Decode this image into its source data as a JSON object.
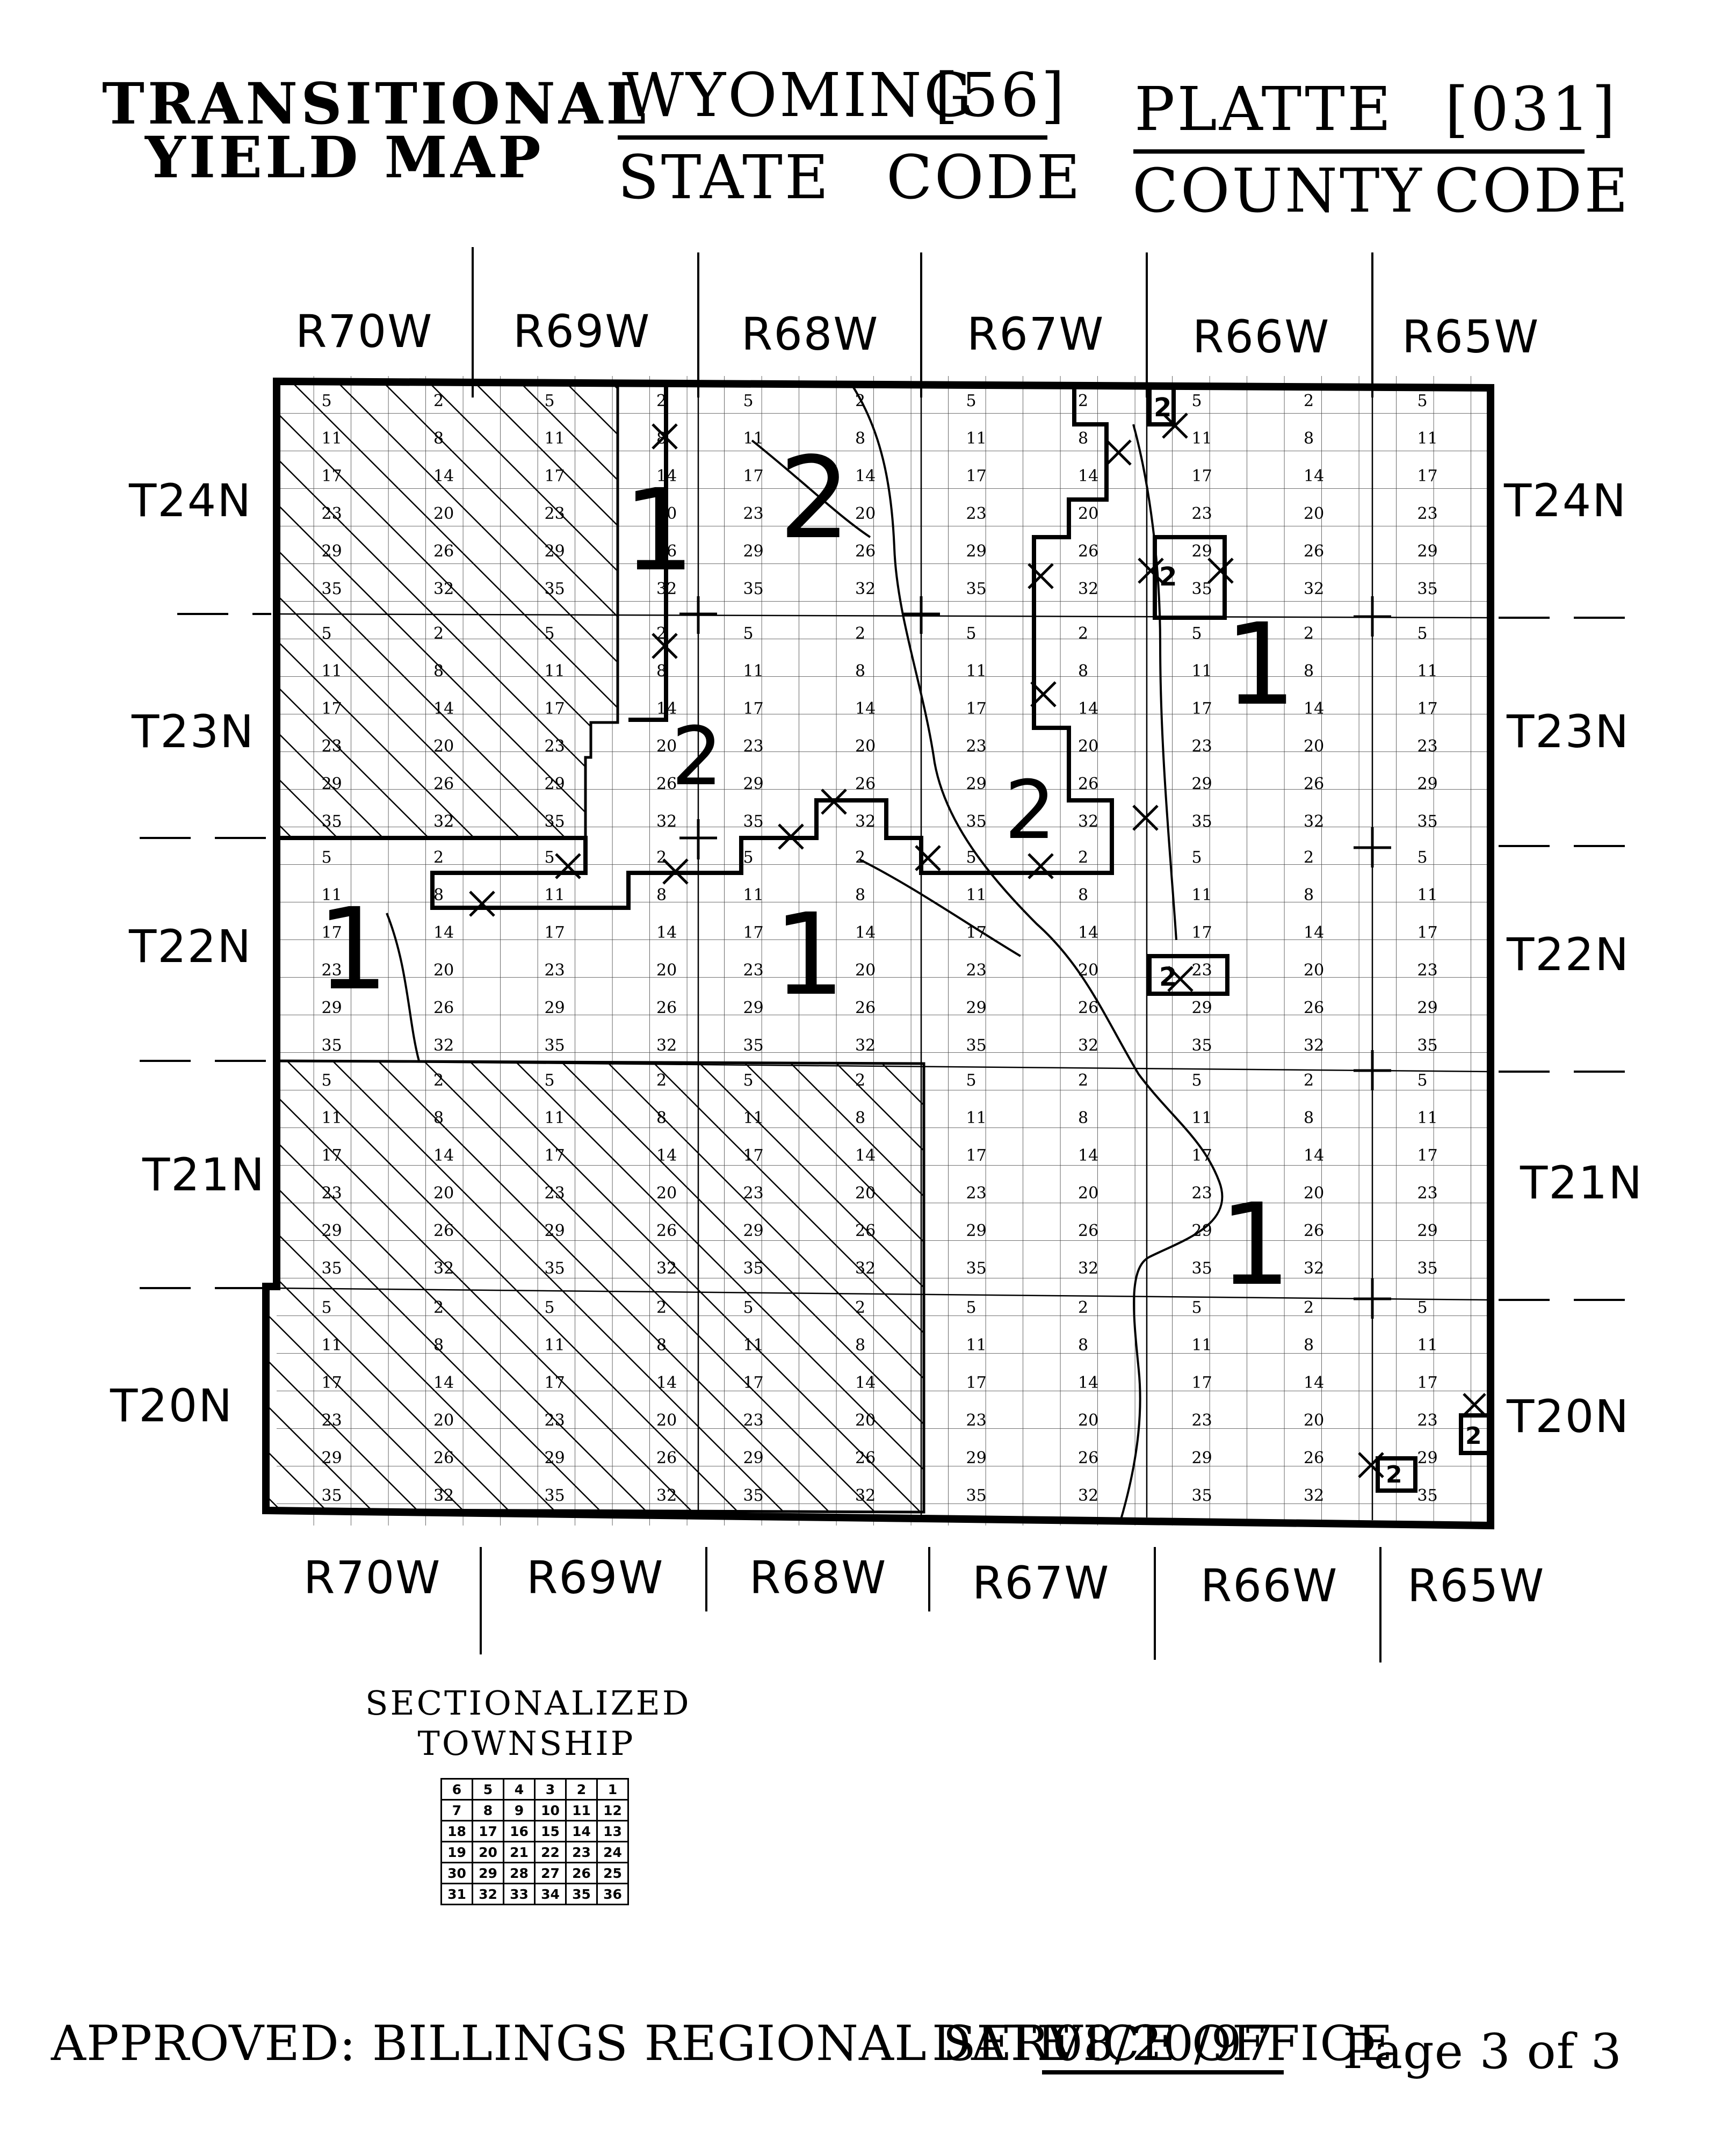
{
  "header": {
    "title_line1": "TRANSITIONAL",
    "title_line2": "YIELD MAP",
    "state_name": "WYOMING",
    "state_code": "[56]",
    "state_label": "STATE",
    "state_code_label": "CODE",
    "county_name": "PLATTE",
    "county_code": "[031]",
    "county_label": "COUNTY",
    "county_code_label": "CODE"
  },
  "ranges": [
    "R70W",
    "R69W",
    "R68W",
    "R67W",
    "R66W",
    "R65W"
  ],
  "townships": [
    "T24N",
    "T23N",
    "T22N",
    "T21N",
    "T20N"
  ],
  "zones": {
    "zone_1": "1",
    "zone_2": "2"
  },
  "section_numbers": [
    "2",
    "5",
    "8",
    "11",
    "14",
    "17",
    "20",
    "23",
    "26",
    "29",
    "32",
    "35"
  ],
  "legend": {
    "title_line1": "SECTIONALIZED",
    "title_line2": "TOWNSHIP",
    "grid": [
      [
        "6",
        "5",
        "4",
        "3",
        "2",
        "1"
      ],
      [
        "7",
        "8",
        "9",
        "10",
        "11",
        "12"
      ],
      [
        "18",
        "17",
        "16",
        "15",
        "14",
        "13"
      ],
      [
        "19",
        "20",
        "21",
        "22",
        "23",
        "24"
      ],
      [
        "30",
        "29",
        "28",
        "27",
        "26",
        "25"
      ],
      [
        "31",
        "32",
        "33",
        "34",
        "35",
        "36"
      ]
    ]
  },
  "footer": {
    "approved": "APPROVED:  BILLINGS REGIONAL SERVICE OFFICE",
    "date_label": "DATE",
    "date_value": "08/20/97",
    "page": "Page 3 of 3"
  }
}
